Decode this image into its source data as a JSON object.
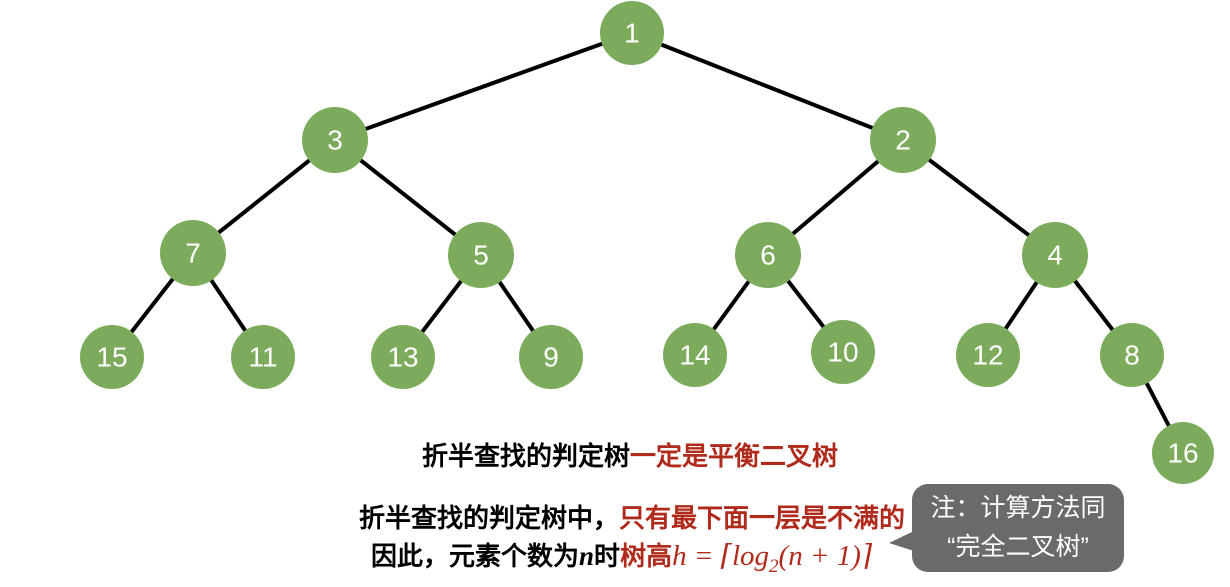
{
  "colors": {
    "node_color": "#7cac5b",
    "node_text_color": "#ffffff",
    "edge_color": "#000000",
    "text_color": "#000000",
    "accent_red": "#b12b1d",
    "callout_color": "#6a6a6a",
    "callout_text_color": "#ffffff"
  },
  "tree": {
    "description": "binary-search decision tree",
    "nodes": [
      {
        "label": "1"
      },
      {
        "label": "3"
      },
      {
        "label": "2"
      },
      {
        "label": "7"
      },
      {
        "label": "5"
      },
      {
        "label": "6"
      },
      {
        "label": "4"
      },
      {
        "label": "15"
      },
      {
        "label": "11"
      },
      {
        "label": "13"
      },
      {
        "label": "9"
      },
      {
        "label": "14"
      },
      {
        "label": "10"
      },
      {
        "label": "12"
      },
      {
        "label": "8"
      },
      {
        "label": "16"
      }
    ],
    "edges": [
      [
        "1",
        "3"
      ],
      [
        "1",
        "2"
      ],
      [
        "3",
        "7"
      ],
      [
        "3",
        "5"
      ],
      [
        "2",
        "6"
      ],
      [
        "2",
        "4"
      ],
      [
        "7",
        "15"
      ],
      [
        "7",
        "11"
      ],
      [
        "5",
        "13"
      ],
      [
        "5",
        "9"
      ],
      [
        "6",
        "14"
      ],
      [
        "6",
        "10"
      ],
      [
        "4",
        "12"
      ],
      [
        "4",
        "8"
      ],
      [
        "8",
        "16"
      ]
    ]
  },
  "captions": {
    "line1_black": "折半查找的判定树",
    "line1_red": "一定是平衡二叉树",
    "line2_black": "折半查找的判定树中，",
    "line2_red": "只有最下面一层是不满的",
    "line3_black_pre": "因此，元素个数为",
    "line3_n": "n",
    "line3_black_post": "时",
    "line3_red": "树高",
    "formula_pre": "h = ⌈log",
    "formula_sub": "2",
    "formula_post": "(n + 1)⌉"
  },
  "callout": {
    "line1": "注：计算方法同",
    "line2": "“完全二叉树”"
  }
}
